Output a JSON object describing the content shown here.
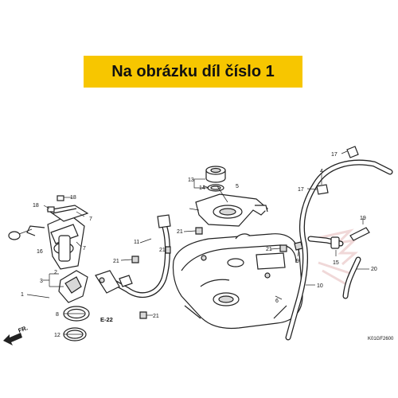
{
  "banner": {
    "text": "Na obrázku díl číslo 1",
    "background": "#f7c600"
  },
  "callouts": {
    "c1": "1",
    "c2": "2",
    "c3": "3",
    "c4": "4",
    "c5": "5",
    "c6": "6",
    "c7a": "7",
    "c7b": "7",
    "c8": "8",
    "c9": "9",
    "c10": "10",
    "c11": "11",
    "c12": "12",
    "c13": "13",
    "c14": "14",
    "c15": "15",
    "c16": "16",
    "c17a": "17",
    "c17b": "17",
    "c18a": "18",
    "c18b": "18",
    "c19": "19",
    "c20": "20",
    "c21a": "21",
    "c21b": "21",
    "c21c": "21",
    "c21d": "21",
    "c21e": "21"
  },
  "ref_label": "E-22",
  "front_label": "FR.",
  "diagram_code": "K01GF2600",
  "watermark_color": "#f0d8d8"
}
